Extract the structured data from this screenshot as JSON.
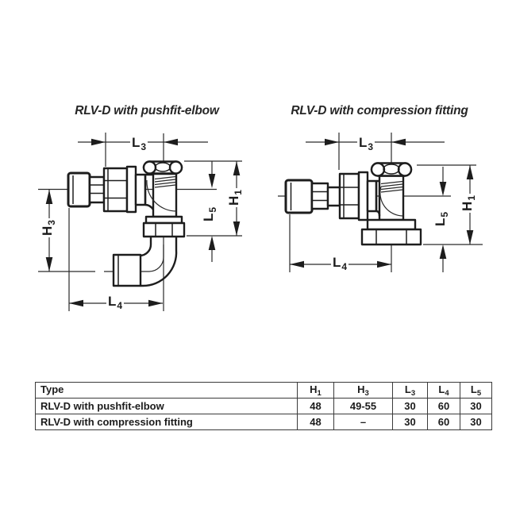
{
  "colors": {
    "ink": "#1d1d1d",
    "background": "#ffffff",
    "table_border": "#3a3a3a"
  },
  "left_figure": {
    "title": "RLV-D with pushfit-elbow",
    "labels": {
      "l3": {
        "base": "L",
        "sub": "3"
      },
      "h3": {
        "base": "H",
        "sub": "3"
      },
      "l4": {
        "base": "L",
        "sub": "4"
      },
      "l5": {
        "base": "L",
        "sub": "5"
      },
      "h1": {
        "base": "H",
        "sub": "1"
      }
    }
  },
  "right_figure": {
    "title": "RLV-D with compression fitting",
    "labels": {
      "l3": {
        "base": "L",
        "sub": "3"
      },
      "l4": {
        "base": "L",
        "sub": "4"
      },
      "l5": {
        "base": "L",
        "sub": "5"
      },
      "h1": {
        "base": "H",
        "sub": "1"
      }
    }
  },
  "table": {
    "columns": [
      {
        "base": "Type",
        "sub": ""
      },
      {
        "base": "H",
        "sub": "1"
      },
      {
        "base": "H",
        "sub": "3"
      },
      {
        "base": "L",
        "sub": "3"
      },
      {
        "base": "L",
        "sub": "4"
      },
      {
        "base": "L",
        "sub": "5"
      }
    ],
    "rows": [
      {
        "type": "RLV-D with pushfit-elbow",
        "values": [
          "48",
          "49-55",
          "30",
          "60",
          "30"
        ]
      },
      {
        "type": "RLV-D with compression fitting",
        "values": [
          "48",
          "–",
          "30",
          "60",
          "30"
        ]
      }
    ]
  }
}
